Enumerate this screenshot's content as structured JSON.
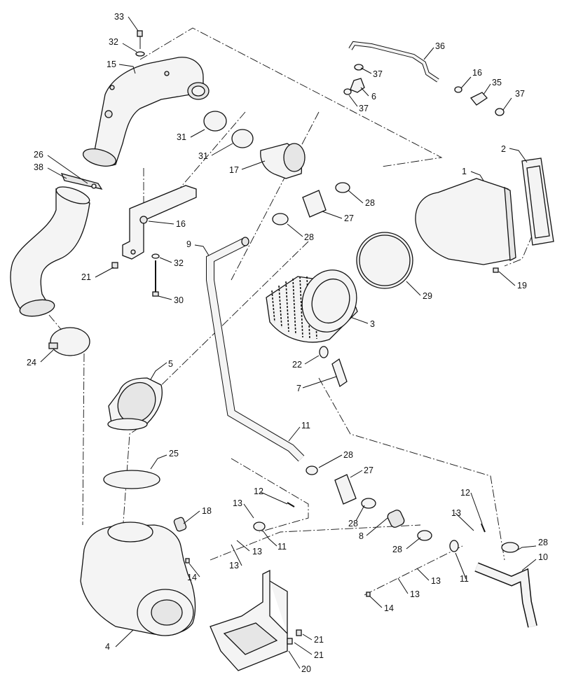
{
  "callouts": [
    {
      "id": "c33a",
      "label": "33"
    },
    {
      "id": "c32a",
      "label": "32"
    },
    {
      "id": "c15",
      "label": "15"
    },
    {
      "id": "c36",
      "label": "36"
    },
    {
      "id": "c37a",
      "label": "37"
    },
    {
      "id": "c16a",
      "label": "16"
    },
    {
      "id": "c35",
      "label": "35"
    },
    {
      "id": "c6",
      "label": "6"
    },
    {
      "id": "c37b",
      "label": "37"
    },
    {
      "id": "c37c",
      "label": "37"
    },
    {
      "id": "c31a",
      "label": "31"
    },
    {
      "id": "c31b",
      "label": "31"
    },
    {
      "id": "c17",
      "label": "17"
    },
    {
      "id": "c26",
      "label": "26"
    },
    {
      "id": "c38",
      "label": "38"
    },
    {
      "id": "c2",
      "label": "2"
    },
    {
      "id": "c1",
      "label": "1"
    },
    {
      "id": "c28a",
      "label": "28"
    },
    {
      "id": "c27a",
      "label": "27"
    },
    {
      "id": "c28b",
      "label": "28"
    },
    {
      "id": "c16b",
      "label": "16"
    },
    {
      "id": "c9",
      "label": "9"
    },
    {
      "id": "c21a",
      "label": "21"
    },
    {
      "id": "c32b",
      "label": "32"
    },
    {
      "id": "c19",
      "label": "19"
    },
    {
      "id": "c30",
      "label": "30"
    },
    {
      "id": "c29",
      "label": "29"
    },
    {
      "id": "c3",
      "label": "3"
    },
    {
      "id": "c22",
      "label": "22"
    },
    {
      "id": "c7",
      "label": "7"
    },
    {
      "id": "c24",
      "label": "24"
    },
    {
      "id": "c5",
      "label": "5"
    },
    {
      "id": "c11a",
      "label": "11"
    },
    {
      "id": "c25",
      "label": "25"
    },
    {
      "id": "c28c",
      "label": "28"
    },
    {
      "id": "c27b",
      "label": "27"
    },
    {
      "id": "c12a",
      "label": "12"
    },
    {
      "id": "c13a",
      "label": "13"
    },
    {
      "id": "c18",
      "label": "18"
    },
    {
      "id": "c12b",
      "label": "12"
    },
    {
      "id": "c13b",
      "label": "13"
    },
    {
      "id": "c28d",
      "label": "28"
    },
    {
      "id": "c11b",
      "label": "11"
    },
    {
      "id": "c13c",
      "label": "13"
    },
    {
      "id": "c8",
      "label": "8"
    },
    {
      "id": "c28e",
      "label": "28"
    },
    {
      "id": "c28f",
      "label": "28"
    },
    {
      "id": "c10",
      "label": "10"
    },
    {
      "id": "c13d",
      "label": "13"
    },
    {
      "id": "c14a",
      "label": "14"
    },
    {
      "id": "c11c",
      "label": "11"
    },
    {
      "id": "c13e",
      "label": "13"
    },
    {
      "id": "c13f",
      "label": "13"
    },
    {
      "id": "c14b",
      "label": "14"
    },
    {
      "id": "c4",
      "label": "4"
    },
    {
      "id": "c21b",
      "label": "21"
    },
    {
      "id": "c21c",
      "label": "21"
    },
    {
      "id": "c20",
      "label": "20"
    }
  ]
}
